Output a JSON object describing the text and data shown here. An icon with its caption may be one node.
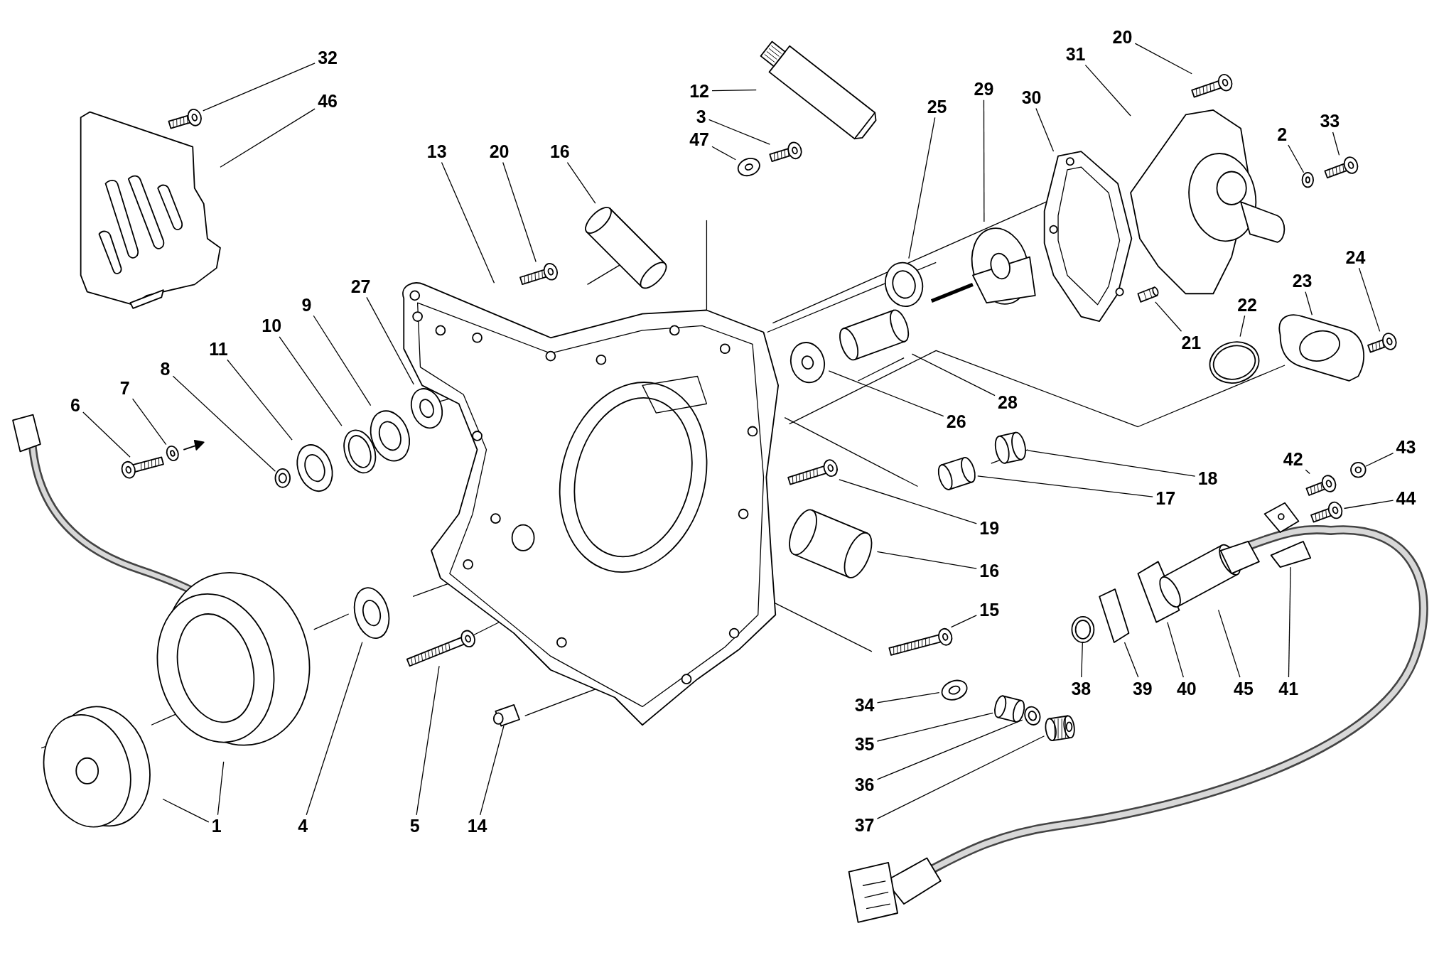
{
  "diagram": {
    "nodes": [
      {
        "text": [
          "20"
        ]
      },
      {
        "text": [
          "31"
        ]
      },
      {
        "text": [
          "32"
        ]
      },
      {
        "text": [
          "29"
        ]
      },
      {
        "text": [
          "12"
        ]
      },
      {
        "text": [
          "33"
        ]
      },
      {
        "text": [
          "30"
        ]
      },
      {
        "text": [
          "46"
        ]
      },
      {
        "text": [
          "25"
        ]
      },
      {
        "text": [
          "3"
        ]
      },
      {
        "text": [
          "2"
        ]
      },
      {
        "text": [
          "47"
        ]
      },
      {
        "text": [
          "13"
        ]
      },
      {
        "text": [
          "20"
        ]
      },
      {
        "text": [
          "16"
        ]
      },
      {
        "text": [
          "24"
        ]
      },
      {
        "text": [
          "23"
        ]
      },
      {
        "text": [
          "27"
        ]
      },
      {
        "text": [
          "22"
        ]
      },
      {
        "text": [
          "9"
        ]
      },
      {
        "text": [
          "10"
        ]
      },
      {
        "text": [
          "21"
        ]
      },
      {
        "text": [
          "11"
        ]
      },
      {
        "text": [
          "8"
        ]
      },
      {
        "text": [
          "7"
        ]
      },
      {
        "text": [
          "28"
        ]
      },
      {
        "text": [
          "6"
        ]
      },
      {
        "text": [
          "26"
        ]
      },
      {
        "text": [
          "43"
        ]
      },
      {
        "text": [
          "42"
        ]
      },
      {
        "text": [
          "18"
        ]
      },
      {
        "text": [
          "17"
        ]
      },
      {
        "text": [
          "44"
        ]
      },
      {
        "text": [
          "19"
        ]
      },
      {
        "text": [
          "16"
        ]
      },
      {
        "text": [
          "15"
        ]
      },
      {
        "text": [
          "38"
        ]
      },
      {
        "text": [
          "39"
        ]
      },
      {
        "text": [
          "40"
        ]
      },
      {
        "text": [
          "45"
        ]
      },
      {
        "text": [
          "41"
        ]
      },
      {
        "text": [
          "34"
        ]
      },
      {
        "text": [
          "35"
        ]
      },
      {
        "text": [
          "36"
        ]
      },
      {
        "text": [
          "1"
        ]
      },
      {
        "text": [
          "4"
        ]
      },
      {
        "text": [
          "5"
        ]
      },
      {
        "text": [
          "14"
        ]
      },
      {
        "text": [
          "37"
        ]
      },
      {
        "text": [],
        "shape": "picture"
      },
      {
        "text": [],
        "shape": "picture"
      },
      {
        "text": [],
        "shape": "picture"
      },
      {
        "text": [],
        "shape": "picture"
      },
      {
        "text": [],
        "shape": "picture"
      },
      {
        "text": [],
        "shape": "picture"
      },
      {
        "text": [],
        "shape": "picture"
      },
      {
        "text": [],
        "shape": "picture"
      },
      {
        "text": [],
        "shape": "picture"
      },
      {
        "text": [],
        "shape": "picture"
      },
      {
        "text": [],
        "shape": "picture"
      },
      {
        "text": [],
        "shape": "picture"
      },
      {
        "text": [],
        "shape": "picture"
      },
      {
        "text": [],
        "shape": "picture"
      },
      {
        "text": [],
        "shape": "picture"
      },
      {
        "text": [],
        "shape": "picture"
      },
      {
        "text": [],
        "shape": "picture"
      },
      {
        "text": [],
        "shape": "picture"
      },
      {
        "text": [],
        "shape": "picture"
      },
      {
        "text": [],
        "shape": "picture"
      },
      {
        "text": [],
        "shape": "picture"
      },
      {
        "text": [],
        "shape": "picture"
      },
      {
        "text": [],
        "shape": "picture"
      },
      {
        "text": [],
        "shape": "picture"
      },
      {
        "text": [],
        "shape": "picture"
      },
      {
        "text": [],
        "shape": "picture"
      },
      {
        "text": [],
        "shape": "picture"
      },
      {
        "text": [],
        "shape": "picture"
      },
      {
        "text": [],
        "shape": "picture"
      },
      {
        "text": [],
        "shape": "picture"
      },
      {
        "text": [],
        "shape": "picture"
      },
      {
        "text": [],
        "shape": "picture"
      },
      {
        "text": [],
        "shape": "picture"
      },
      {
        "text": [],
        "shape": "picture"
      },
      {
        "text": [],
        "shape": "picture"
      },
      {
        "text": [],
        "shape": "picture"
      },
      {
        "text": [],
        "shape": "picture"
      },
      {
        "text": [],
        "shape": "picture"
      },
      {
        "text": [],
        "shape": "picture"
      },
      {
        "text": [],
        "shape": "picture"
      },
      {
        "text": [],
        "shape": "picture"
      },
      {
        "text": [],
        "shape": "picture"
      },
      {
        "text": [],
        "shape": "picture"
      },
      {
        "text": [],
        "shape": "picture"
      },
      {
        "text": [],
        "shape": "picture"
      },
      {
        "text": [],
        "shape": "picture"
      },
      {
        "text": [],
        "shape": "picture"
      },
      {
        "text": [],
        "shape": "picture"
      },
      {
        "text": [],
        "shape": "picture"
      },
      {
        "text": [],
        "shape": "picture"
      }
    ],
    "edges": [
      {
        "from": 0,
        "to": 49,
        "arrow": "none"
      },
      {
        "from": 1,
        "to": 50,
        "arrow": "none"
      },
      {
        "from": 2,
        "to": 51,
        "arrow": "none"
      },
      {
        "from": 3,
        "to": 52,
        "arrow": "none"
      },
      {
        "from": 4,
        "to": 53,
        "arrow": "none"
      },
      {
        "from": 5,
        "to": 54,
        "arrow": "none"
      },
      {
        "from": 6,
        "to": 55,
        "arrow": "none"
      },
      {
        "from": 7,
        "to": 56,
        "arrow": "none"
      },
      {
        "from": 8,
        "to": 57,
        "arrow": "none"
      },
      {
        "from": 9,
        "to": 58,
        "arrow": "none"
      },
      {
        "from": 10,
        "to": 59,
        "arrow": "none"
      },
      {
        "from": 11,
        "to": 60,
        "arrow": "none"
      },
      {
        "from": 12,
        "to": 61,
        "arrow": "none"
      },
      {
        "from": 13,
        "to": 62,
        "arrow": "none"
      },
      {
        "from": 14,
        "to": 63,
        "arrow": "none"
      },
      {
        "from": 15,
        "to": 64,
        "arrow": "none"
      },
      {
        "from": 16,
        "to": 65,
        "arrow": "none"
      },
      {
        "from": 17,
        "to": 66,
        "arrow": "none"
      },
      {
        "from": 18,
        "to": 67,
        "arrow": "none"
      },
      {
        "from": 19,
        "to": 68,
        "arrow": "none"
      },
      {
        "from": 20,
        "to": 69,
        "arrow": "none"
      },
      {
        "from": 21,
        "to": 70,
        "arrow": "none"
      },
      {
        "from": 22,
        "to": 71,
        "arrow": "none"
      },
      {
        "from": 23,
        "to": 72,
        "arrow": "none"
      },
      {
        "from": 24,
        "to": 73,
        "arrow": "none"
      },
      {
        "from": 25,
        "to": 74,
        "arrow": "none"
      },
      {
        "from": 26,
        "to": 75,
        "arrow": "none"
      },
      {
        "from": 27,
        "to": 76,
        "arrow": "none"
      },
      {
        "from": 28,
        "to": 77,
        "arrow": "none"
      },
      {
        "from": 29,
        "to": 78,
        "arrow": "none"
      },
      {
        "from": 30,
        "to": 79,
        "arrow": "none"
      },
      {
        "from": 31,
        "to": 80,
        "arrow": "none"
      },
      {
        "from": 32,
        "to": 81,
        "arrow": "none"
      },
      {
        "from": 33,
        "to": 82,
        "arrow": "none"
      },
      {
        "from": 34,
        "to": 83,
        "arrow": "none"
      },
      {
        "from": 35,
        "to": 84,
        "arrow": "none"
      },
      {
        "from": 36,
        "to": 85,
        "arrow": "none"
      },
      {
        "from": 37,
        "to": 86,
        "arrow": "none"
      },
      {
        "from": 38,
        "to": 87,
        "arrow": "none"
      },
      {
        "from": 39,
        "to": 88,
        "arrow": "none"
      },
      {
        "from": 40,
        "to": 89,
        "arrow": "none"
      },
      {
        "from": 41,
        "to": 90,
        "arrow": "none"
      },
      {
        "from": 42,
        "to": 91,
        "arrow": "none"
      },
      {
        "from": 43,
        "to": 92,
        "arrow": "none"
      },
      {
        "from": 44,
        "to": 93,
        "arrow": "none"
      },
      {
        "from": 44,
        "to": 94,
        "arrow": "none"
      },
      {
        "from": 45,
        "to": 95,
        "arrow": "none"
      },
      {
        "from": 46,
        "to": 96,
        "arrow": "none"
      },
      {
        "from": 47,
        "to": 97,
        "arrow": "none"
      },
      {
        "from": 48,
        "to": 98,
        "arrow": "none"
      }
    ]
  }
}
